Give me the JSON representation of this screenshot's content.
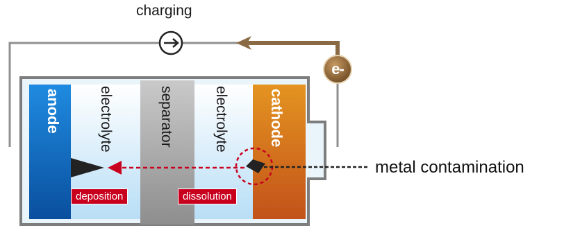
{
  "diagram": {
    "charging_label": "charging",
    "electron_label": "e-",
    "anode_label": "anode",
    "cathode_label": "cathode",
    "electrolyte_left_label": "electrolyte",
    "separator_label": "separator",
    "electrolyte_right_label": "electrolyte",
    "deposition_label": "deposition",
    "dissolution_label": "dissolution",
    "metal_label": "metal contamination",
    "colors": {
      "anode": "#0a6cc4",
      "cathode": "#d4661a",
      "electrolyte": "#cde9f8",
      "separator": "#a9a9a9",
      "wire": "#8a6a44",
      "accent_red": "#c8001e",
      "case": "#7d7d7d"
    }
  }
}
